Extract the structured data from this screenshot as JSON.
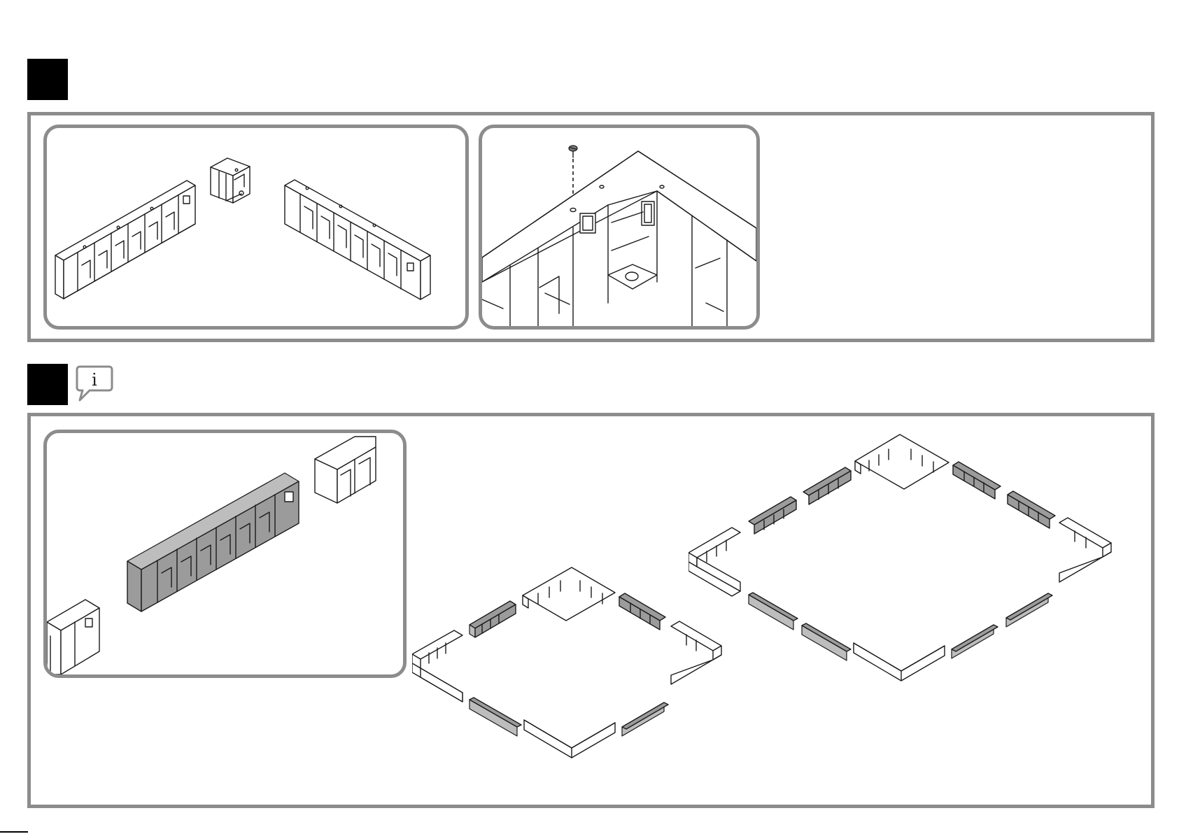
{
  "steps": [
    {
      "id": "step-1",
      "marker_color": "#000000"
    },
    {
      "id": "step-2",
      "marker_color": "#000000",
      "has_info_icon": true
    }
  ],
  "info_icon": {
    "name": "info-speech-bubble-icon",
    "glyph": "i"
  },
  "colors": {
    "frame": "#8c8c8c",
    "part_gray": "#9b9b9b",
    "part_white": "#ffffff",
    "line": "#1a1a1a"
  },
  "icons": [
    "screw-icon",
    "corner-connector-icon",
    "wall-segment-icon"
  ]
}
